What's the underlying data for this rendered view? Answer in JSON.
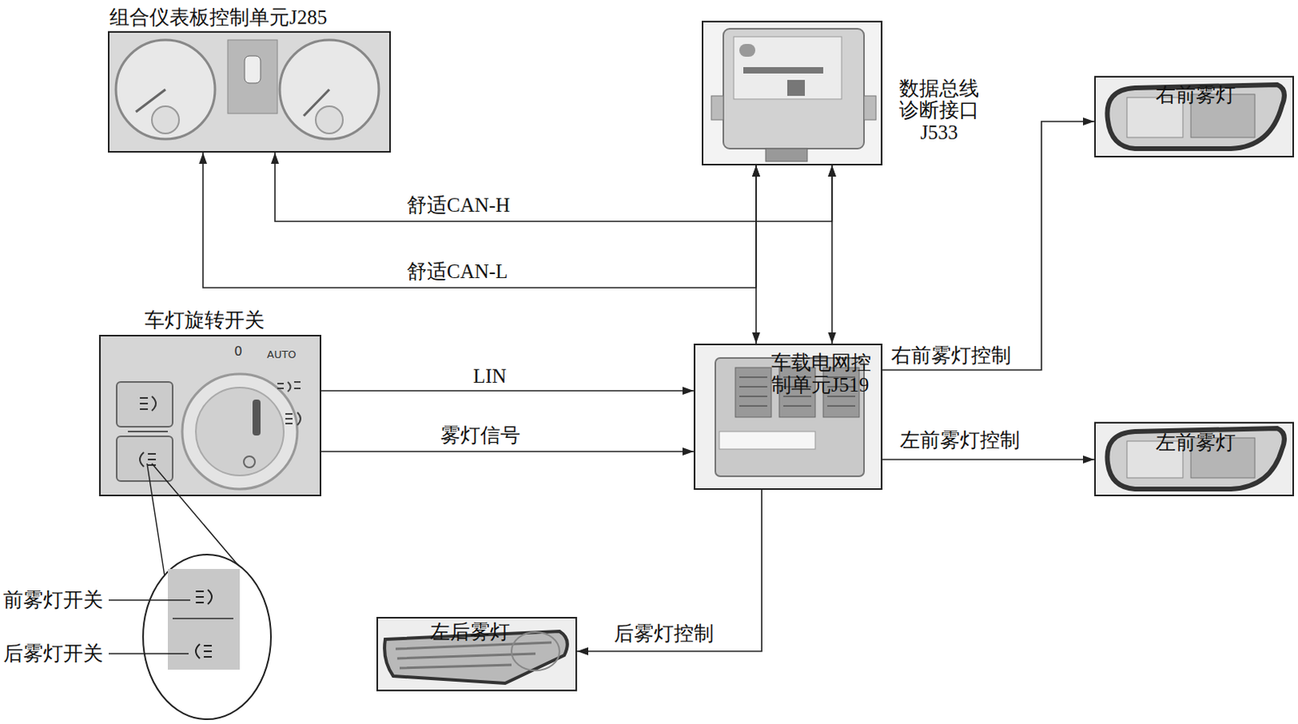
{
  "diagram": {
    "nodes": [
      {
        "text": [
          "组合仪表板控制单元J285"
        ]
      },
      {
        "text": [
          "数据总线 诊断接口 J533"
        ]
      },
      {
        "text": [
          "右前雾灯"
        ]
      },
      {
        "text": [
          "车灯旋转开关"
        ]
      },
      {
        "text": [
          "车载电网控 制单元J519"
        ]
      },
      {
        "text": [
          "左前雾灯"
        ]
      },
      {
        "text": [
          "左后雾灯"
        ]
      }
    ],
    "edges": [
      {
        "from": 1,
        "to": 0,
        "arrow": "both",
        "label": "舒适CAN-H"
      },
      {
        "from": 1,
        "to": 0,
        "arrow": "both",
        "label": "舒适CAN-L"
      },
      {
        "from": 1,
        "to": 4,
        "arrow": "both"
      },
      {
        "from": 1,
        "to": 4,
        "arrow": "both"
      },
      {
        "from": 3,
        "to": 4,
        "arrow": "to",
        "label": "LIN"
      },
      {
        "from": 3,
        "to": 4,
        "arrow": "to",
        "label": "雾灯信号"
      },
      {
        "from": 4,
        "to": 2,
        "arrow": "to",
        "label": "右前雾灯控制"
      },
      {
        "from": 4,
        "to": 5,
        "arrow": "to",
        "label": "左前雾灯控制"
      },
      {
        "from": 4,
        "to": 6,
        "arrow": "to",
        "label": "后雾灯控制"
      }
    ],
    "labels": [
      "0",
      "AUTO",
      "前雾灯开关",
      "后雾灯开关"
    ]
  }
}
